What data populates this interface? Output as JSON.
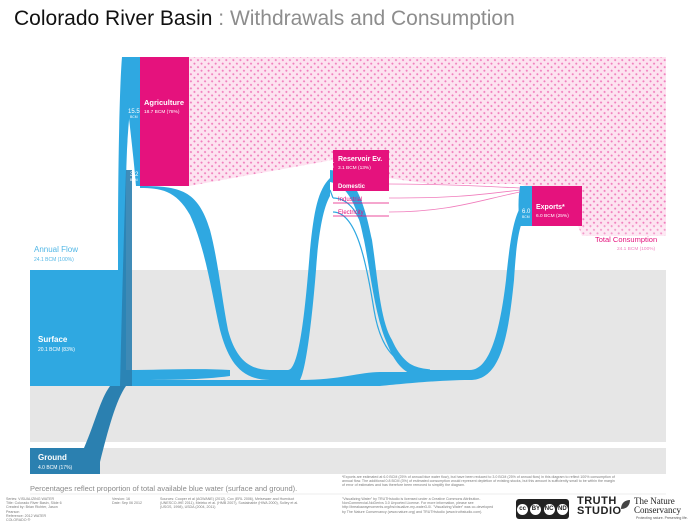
{
  "title": {
    "main": "Colorado River Basin",
    "sub": " : Withdrawals and Consumption"
  },
  "colors": {
    "blue": "#2fa8e1",
    "dark_blue": "#2b80b0",
    "magenta": "#e5127d",
    "pink_dots": "#f07cbc",
    "gray": "#e6e6e6",
    "label_blue": "#52b7e6"
  },
  "labels": {
    "annual_flow": "Annual Flow",
    "annual_flow_sub": "24.1 BCM (100%)",
    "surface": "Surface",
    "surface_sub": "20.1 BCM (83%)",
    "ground": "Ground",
    "ground_sub": "4.0 BCM (17%)",
    "agriculture": "Agriculture",
    "agriculture_sub": "18.7 BCM (78%)",
    "reservoir": "Reservoir Ev.",
    "reservoir_sub": "3.1 BCM (13%)",
    "domestic": "Domestic",
    "industrial": "Industrial",
    "electricity": "Electricity",
    "exports": "Exports*",
    "exports_sub": "6.0 BCM (25%)",
    "total_consumption": "Total Consumption",
    "total_consumption_sub": "24.1 BCM (100%)",
    "val_155": "15.5",
    "val_155_sub": "BCM",
    "val_32": "3.2",
    "val_32_sub": "BCM",
    "val_31": "3.1",
    "val_31_sub": "BCM",
    "val_60": "6.0",
    "val_60_sub": "BCM"
  },
  "footnote": "Percentages reflect proportion of total available blue water (surface and ground).",
  "meta_left": "Series:   VISUALIZING WATER\nTitle:      Colorado River Basin, Slide 6\nCreated by: Brian Richter, Jason Pearson\nReference: 2012 WATER COLORADO ®",
  "meta_version": "Version:  16\nDate:       Sep 06 2012",
  "meta_sources": "Sources: Cooper et al (AGWANE) (2012), Cox (ERL 2006), Meisewarr and Huerduct\n(UNESCO-IHE 2011), Meleko et al. (HMB 2007), Sustainable (HWA 2000), Solley et al.\n(USGS, 1998), USDA (2004, 2011)",
  "meta_license": "\"Visualizing Water\" by TRUTHstudio is licensed under a Creative Commons Attribution-\nNonCommercial-NoDerivs 3.0 Unported License. For more information, please see\nhttp://breakawaymoments.org/bs/visualize-my-water3-0/. \"Visualizing Water\" was co-developed\nby The Nature Conservancy (www.nature.org) and TRUTHstudio (www.truthstudio.com).",
  "meta_exports": "*Exports are estimated at 6.0 BCM (25% of annual blue water flow), but have been reduced to 3.0 BCM (25% of annual flow) in this diagram to reflect 100% consumption of\nannual flow. The additional 0.8 BCM (3%) of estimated consumption would represent depletion of existing stocks, but this amount is sufficiently small to be within the margin\nof error of estimates and has therefore been removed to simplify the diagram.",
  "logos": {
    "truth_line1": "TRUTH",
    "truth_line2": "STUDIO",
    "tnc_line1": "The Nature",
    "tnc_line2": "Conservancy",
    "tnc_tag": "Protecting nature. Preserving life.",
    "cc1": "cc",
    "cc2": "BY",
    "cc3": "NC",
    "cc4": "ND"
  }
}
